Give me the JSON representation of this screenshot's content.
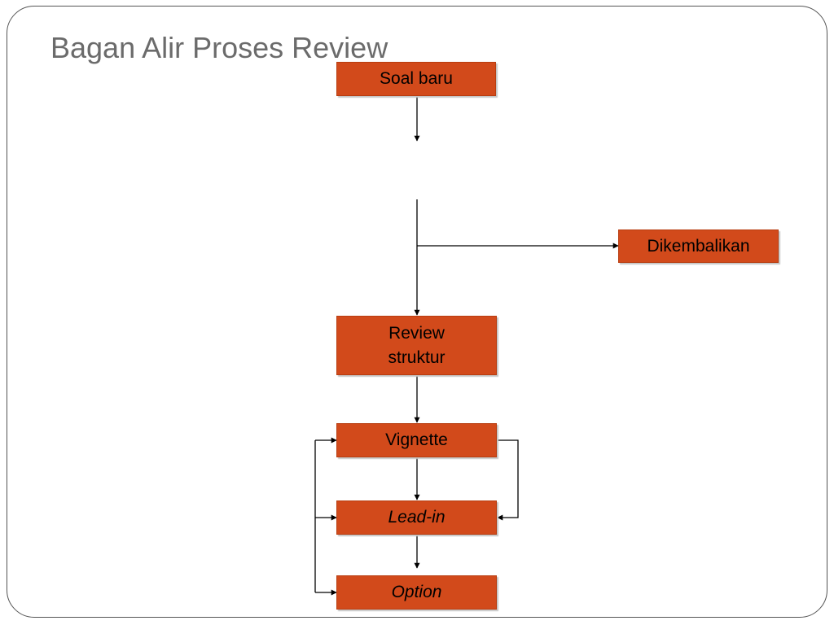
{
  "slide": {
    "title": "Bagan Alir Proses Review"
  },
  "nodes": {
    "soal_baru": "Soal baru",
    "dikembalikan": "Dikembalikan",
    "review_struktur_line1": "Review",
    "review_struktur_line2": "struktur",
    "vignette": "Vignette",
    "lead_in": "Lead-in",
    "option": "Option"
  },
  "colors": {
    "box_fill": "#d24a1b",
    "title_text": "#6b6b6b",
    "connector": "#000000"
  }
}
